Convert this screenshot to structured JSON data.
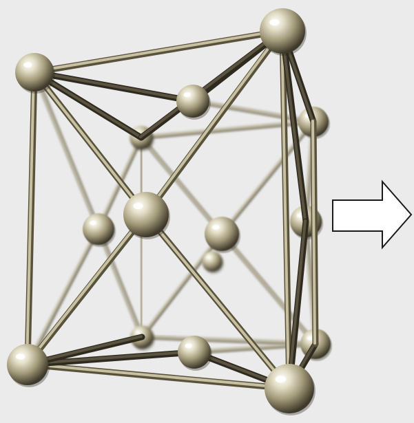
{
  "figure": {
    "kind": "3D ball-and-stick lattice with direction arrow",
    "colors": {
      "background": "#ebebeb",
      "rod_light": "#b3ab90",
      "rod_dark": "#3b3628",
      "atom_highlight": "#ffffff",
      "atom_mid": "#c9c2a4",
      "atom_shadow": "#3e392a",
      "arrow_stroke": "#1a1a1a",
      "arrow_fill": "#ffffff"
    },
    "arrow": {
      "direction": "right",
      "icon": "right-arrow-icon"
    },
    "atom_count": 15
  }
}
